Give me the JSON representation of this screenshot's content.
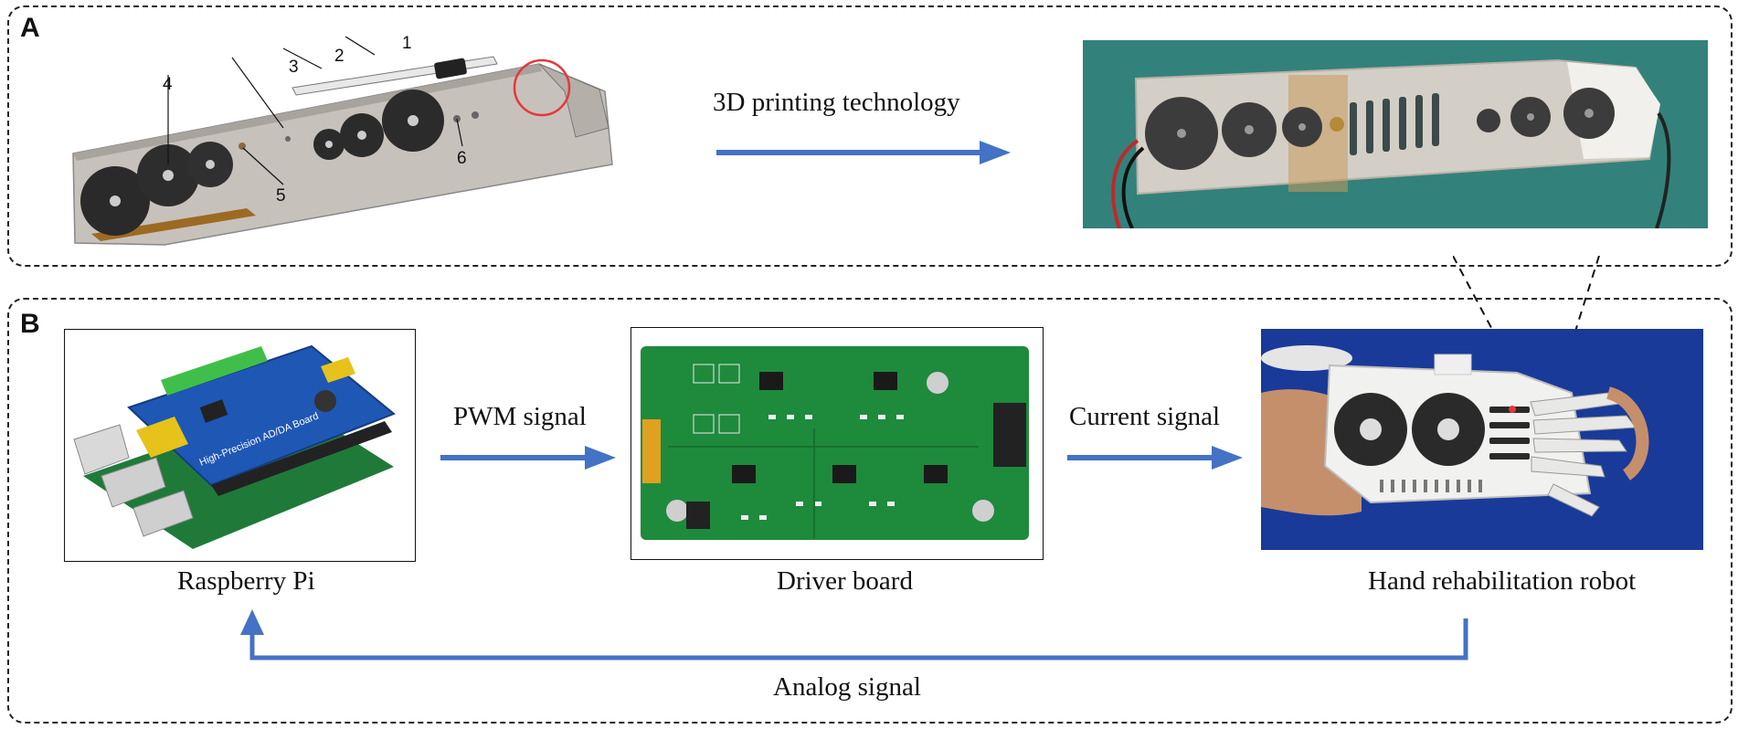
{
  "panels": {
    "a": {
      "label": "A"
    },
    "b": {
      "label": "B"
    }
  },
  "panel_a": {
    "callouts": [
      "1",
      "2",
      "3",
      "4",
      "5",
      "6"
    ],
    "arrow_label": "3D printing technology"
  },
  "panel_b": {
    "raspberry_pi_caption": "Raspberry Pi",
    "pi_board_text": "High-Precision AD/DA Board",
    "pwm_label": "PWM signal",
    "driver_board_caption": "Driver board",
    "current_label": "Current signal",
    "robot_caption": "Hand rehabilitation robot",
    "analog_label": "Analog signal"
  },
  "colors": {
    "arrow": "#4472C4",
    "dashed_border": "#222222",
    "highlight_circle": "#E8363A",
    "pcb_green": "#1E8A3C",
    "pi_blue": "#1F57B5",
    "photo_bg_teal": "#2E7E78",
    "cloth_blue": "#1E3FA8"
  }
}
